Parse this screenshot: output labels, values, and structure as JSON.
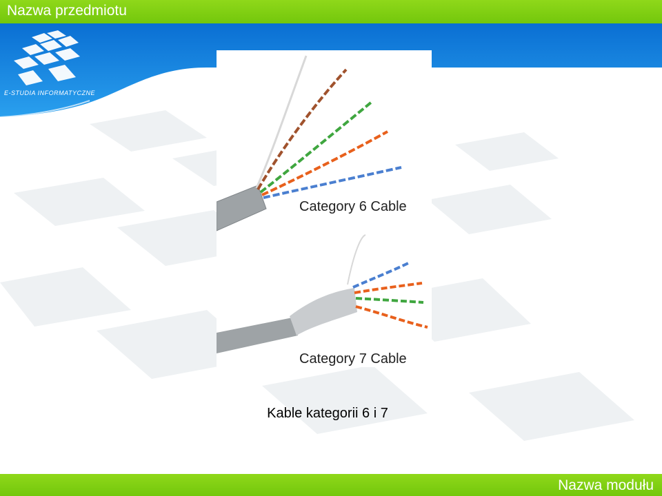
{
  "header": {
    "course_title": "Nazwa przedmiotu"
  },
  "logo": {
    "caption": "E-STUDIA INFORMATYCZNE"
  },
  "figure": {
    "label_cat6": "Category 6 Cable",
    "label_cat7": "Category 7 Cable",
    "caption": "Kable kategorii 6 i 7"
  },
  "footer": {
    "module_name": "Nazwa modułu"
  },
  "colors": {
    "green_bar": "#7ccf10",
    "blue_band": "#1e8ee6",
    "cable_jacket": "#9ea3a6"
  }
}
